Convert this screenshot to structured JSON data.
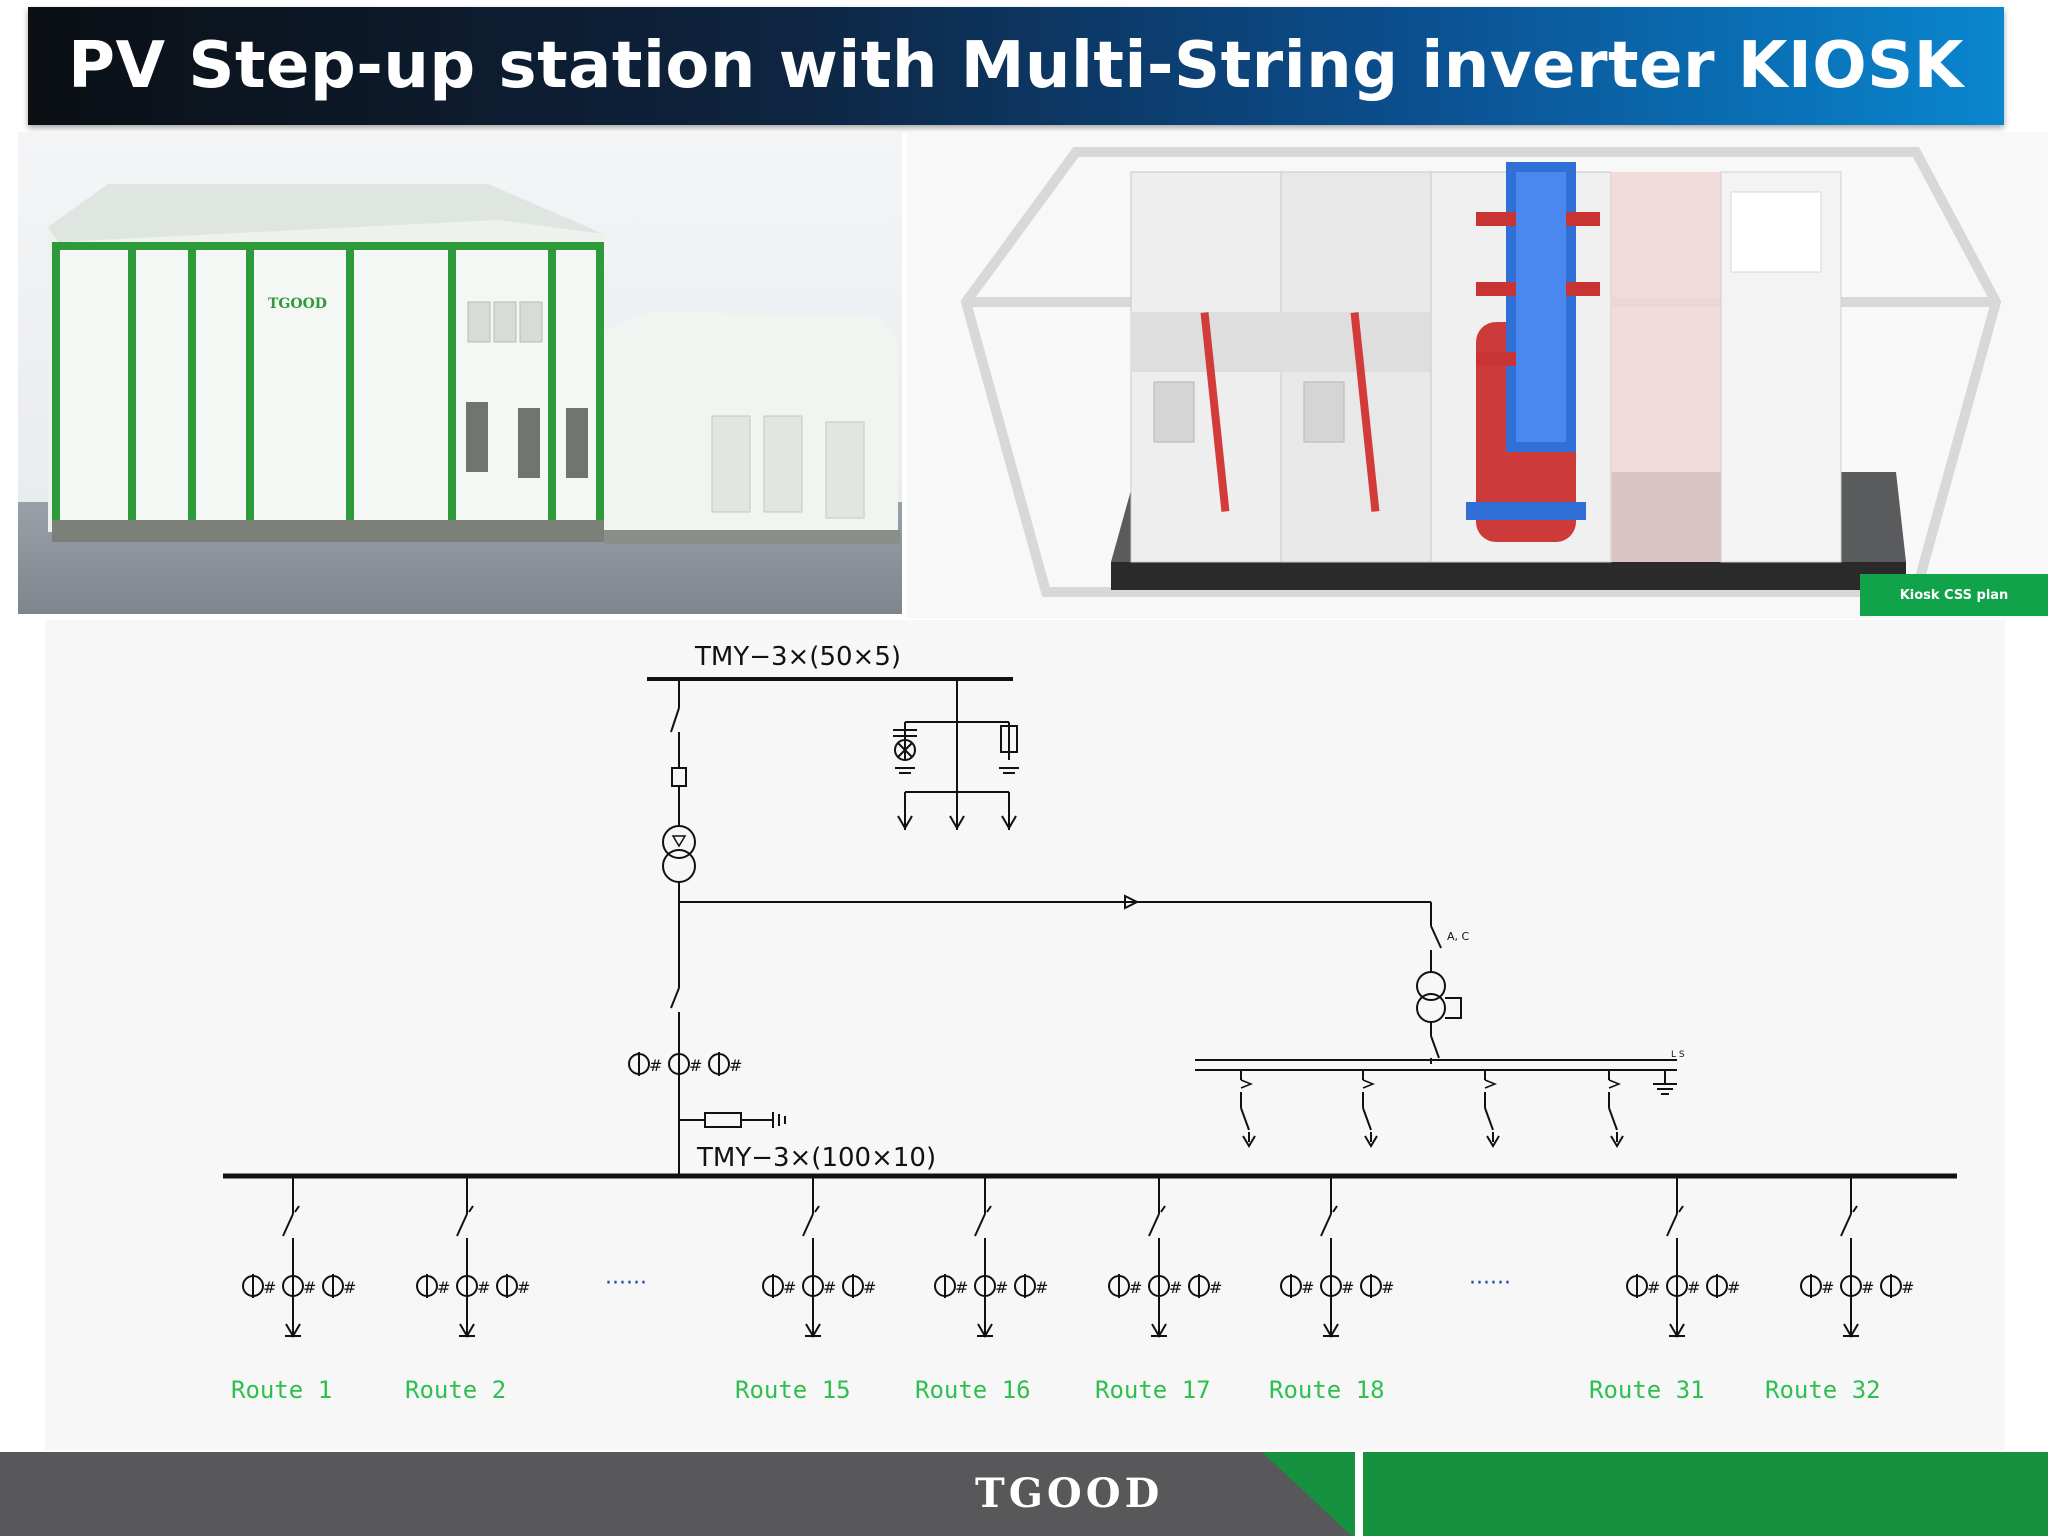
{
  "title": "PV Step-up station with Multi-String inverter KIOSK",
  "photo_left": {
    "kiosk_brand": "TGOOD"
  },
  "photo_right": {
    "badge": "Kiosk CSS plan"
  },
  "diagram": {
    "top_bus_label": "TMY−3×(50×5)",
    "main_bus_label": "TMY−3×(100×10)",
    "aux_label_ac": "A, C",
    "aux_label_ls": "L S",
    "ellipsis": "······",
    "routes": [
      "Route 1",
      "Route 2",
      "Route 15",
      "Route 16",
      "Route 17",
      "Route 18",
      "Route 31",
      "Route 32"
    ]
  },
  "footer": {
    "brand": "TGOOD"
  },
  "colors": {
    "title_dark": "#0b0f14",
    "title_light": "#0a86cf",
    "route_green": "#2fbf4f",
    "footer_gray": "#58585a",
    "footer_green": "#16913f"
  }
}
